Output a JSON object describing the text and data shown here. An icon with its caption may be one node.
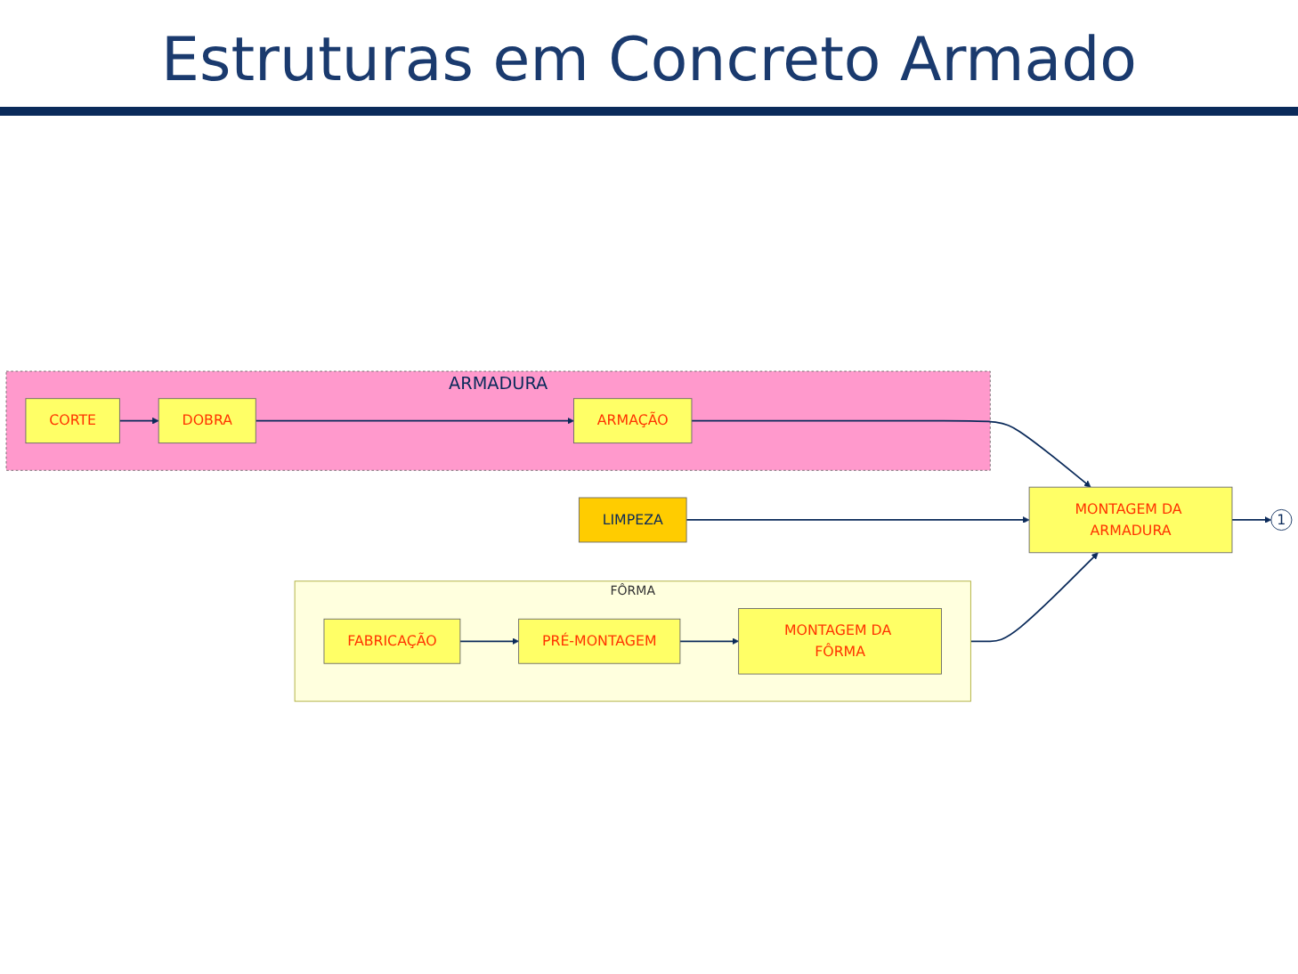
{
  "diagram": {
    "title": "Estruturas em Concreto Armado",
    "nodes": [
      {
        "text": [
          "ARMADURA"
        ]
      },
      {
        "text": [
          "CORTE"
        ],
        "in": 0
      },
      {
        "text": [
          "DOBRA"
        ],
        "in": 0
      },
      {
        "text": [
          "ARMAÇÃO"
        ],
        "in": 0
      },
      {
        "text": [
          "FÔRMA"
        ]
      },
      {
        "text": [
          "FABRICAÇÃO"
        ],
        "in": 4
      },
      {
        "text": [
          "PRÉ-MONTAGEM"
        ],
        "in": 4
      },
      {
        "text": [
          "MONTAGEM DA FÔRMA"
        ],
        "in": 4
      },
      {
        "text": [
          "MONTAGEM DA ARMADURA"
        ]
      },
      {
        "text": [
          "LIMPEZA"
        ]
      },
      {
        "text": [
          "1"
        ]
      }
    ],
    "edges": [
      {
        "from": 1,
        "to": 2,
        "arrow": "to"
      },
      {
        "from": 2,
        "to": 3,
        "arrow": "to"
      },
      {
        "from": 3,
        "to": 8,
        "arrow": "to"
      },
      {
        "from": 5,
        "to": 6,
        "arrow": "to"
      },
      {
        "from": 6,
        "to": 7,
        "arrow": "to"
      },
      {
        "from": 4,
        "to": 8,
        "arrow": "to"
      },
      {
        "from": 9,
        "to": 8,
        "arrow": "to"
      },
      {
        "from": 8,
        "to": 10,
        "arrow": "to"
      }
    ]
  }
}
